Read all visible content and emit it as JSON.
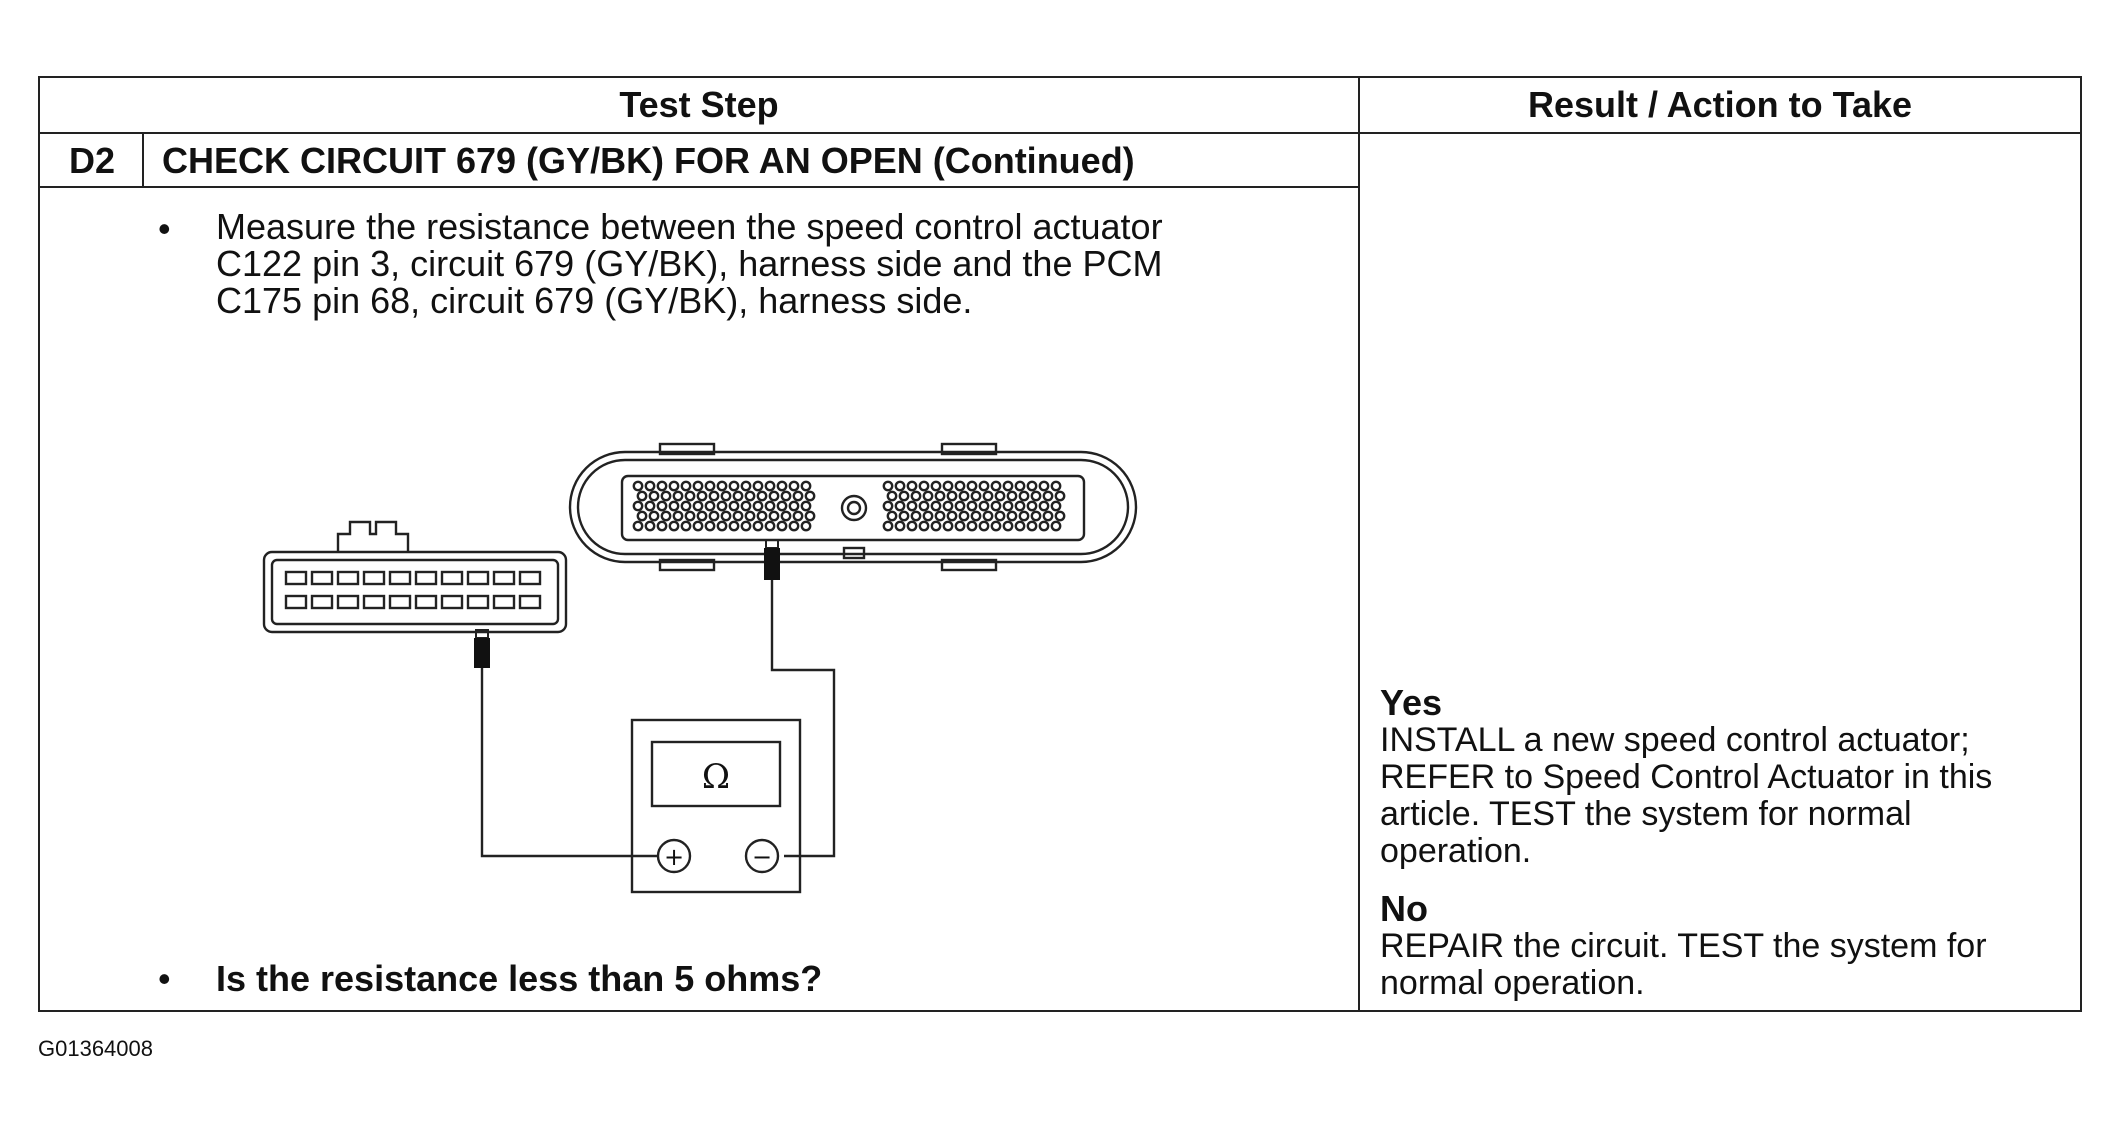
{
  "table": {
    "header_test_step": "Test Step",
    "header_result": "Result / Action to Take"
  },
  "step": {
    "id": "D2",
    "title": "CHECK CIRCUIT 679 (GY/BK) FOR AN OPEN (Continued)",
    "instruction_lines": [
      "Measure the resistance between the speed control actuator",
      "C122 pin 3, circuit 679 (GY/BK), harness side and the PCM",
      "C175 pin 68, circuit 679 (GY/BK), harness side."
    ],
    "question": "Is the resistance less than 5 ohms?",
    "bullet": "•"
  },
  "diagram": {
    "meter_symbol": "Ω",
    "plus_symbol": "+",
    "minus_symbol": "−"
  },
  "result": {
    "yes_label": "Yes",
    "yes_lines": [
      "INSTALL a new speed control actuator;",
      "REFER to Speed Control Actuator in this",
      "article.  TEST the system for normal",
      "operation."
    ],
    "no_label": "No",
    "no_lines": [
      "REPAIR the circuit. TEST the system for",
      "normal operation."
    ]
  },
  "footer": {
    "figure_id": "G01364008"
  }
}
